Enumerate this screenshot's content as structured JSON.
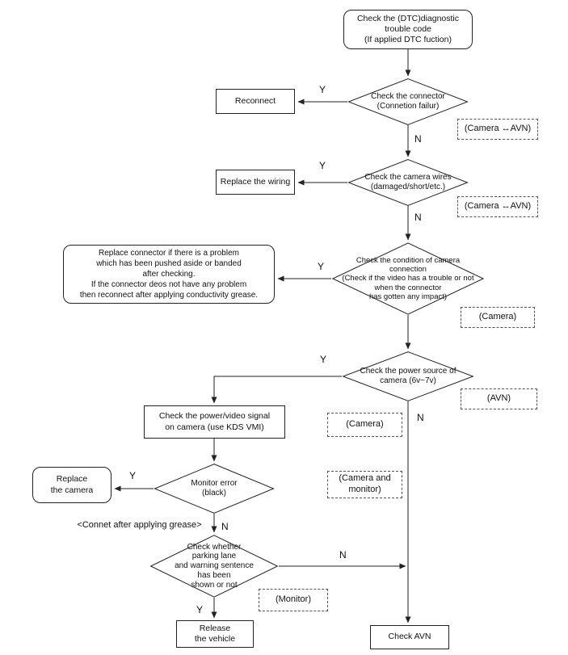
{
  "flowchart": {
    "nodes": {
      "start": {
        "text": "Check the (DTC)diagnostic\ntrouble code\n(If applied DTC fuction)"
      },
      "check_connector": {
        "text": "Check the connector\n(Connetion failur)"
      },
      "reconnect": {
        "text": "Reconnect"
      },
      "camera_avn_1": {
        "text": "(Camera ↔AVN)"
      },
      "check_wires": {
        "text": "Check the camera wires\n(damaged/short/etc.)"
      },
      "replace_wiring": {
        "text": "Replace the wiring"
      },
      "camera_avn_2": {
        "text": "(Camera ↔AVN)"
      },
      "check_connection": {
        "text": "Check the condition of camera\nconnection\n(Check if the video has a trouble or not\nwhen the connector\nhas gotten any impact)"
      },
      "replace_connector_note": {
        "text": "Replace connector if there is a problem\nwhich has been pushed aside or banded\nafter checking.\nIf the connector deos not have any problem\nthen reconnect after applying conductivity grease."
      },
      "camera_1": {
        "text": "(Camera)"
      },
      "check_power_source": {
        "text": "Check the power source of\ncamera (6v~7v)"
      },
      "avn": {
        "text": "(AVN)"
      },
      "check_power_video": {
        "text": "Check the power/video signal\non camera (use KDS VMI)"
      },
      "camera_2": {
        "text": "(Camera)"
      },
      "monitor_error": {
        "text": "Monitor error\n(black)"
      },
      "replace_camera": {
        "text": "Replace\nthe camera"
      },
      "camera_and_monitor": {
        "text": "(Camera and\nmonitor)"
      },
      "grease_note": {
        "text": "<Connet after applying grease>"
      },
      "check_parking_lane": {
        "text": "Check whether\nparking lane\nand warning sentence\nhas been\nshown or not"
      },
      "monitor": {
        "text": "(Monitor)"
      },
      "release_vehicle": {
        "text": "Release\nthe vehicle"
      },
      "check_avn": {
        "text": "Check AVN"
      }
    },
    "labels": {
      "yes": "Y",
      "no": "N"
    }
  }
}
